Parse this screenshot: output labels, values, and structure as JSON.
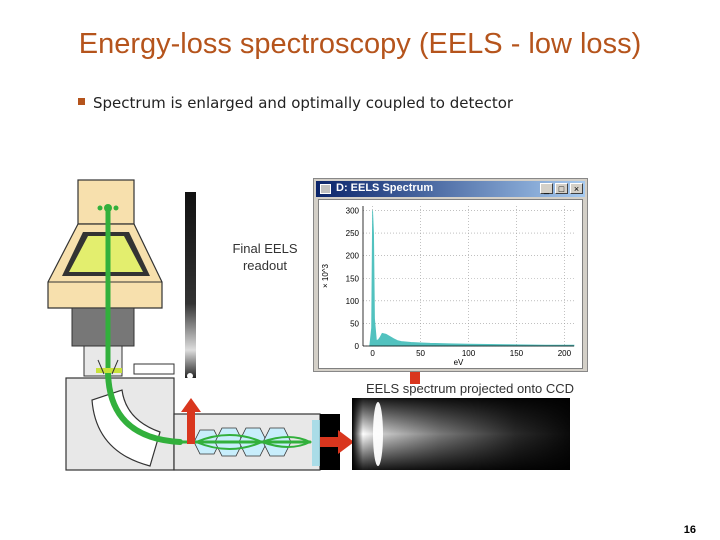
{
  "slide": {
    "title": "Energy-loss spectroscopy (EELS - low loss)",
    "bullet": "Spectrum is enlarged and optimally coupled to detector",
    "page_number": "16"
  },
  "labels": {
    "final_readout_line1": "Final EELS",
    "final_readout_line2": "readout",
    "ccd_projection": "EELS spectrum projected onto CCD"
  },
  "window": {
    "title": "D: EELS Spectrum",
    "buttons": [
      "_",
      "□",
      "×"
    ],
    "colors": {
      "titlebar": "#0a246a",
      "spectrum": "#52c2bf",
      "grid": "#9a9a9a"
    }
  },
  "chart_data": {
    "type": "area",
    "xlabel": "eV",
    "ylabel": "× 10^3",
    "x_ticks": [
      "0",
      "50",
      "100",
      "150",
      "200"
    ],
    "y_ticks": [
      "0",
      "50",
      "100",
      "150",
      "200",
      "250",
      "300"
    ],
    "xlim": [
      -10,
      210
    ],
    "ylim": [
      0,
      310
    ],
    "grid": true,
    "x": [
      -3,
      -1,
      0,
      1,
      2,
      4,
      6,
      8,
      10,
      14,
      18,
      22,
      26,
      30,
      40,
      50,
      60,
      80,
      100,
      120,
      140,
      160,
      180,
      200,
      210
    ],
    "y": [
      0,
      40,
      300,
      250,
      60,
      12,
      14,
      20,
      28,
      26,
      21,
      16,
      12,
      10,
      8,
      7,
      6,
      5,
      4,
      3.5,
      3,
      2.5,
      2,
      2,
      2
    ]
  },
  "instrument": {
    "colors": {
      "beam": "#32b03c",
      "arrow": "#d9361e",
      "housing": "#e8e8e8",
      "screen": "#f7e0ad",
      "phosphor": "#e3ee6e"
    }
  }
}
